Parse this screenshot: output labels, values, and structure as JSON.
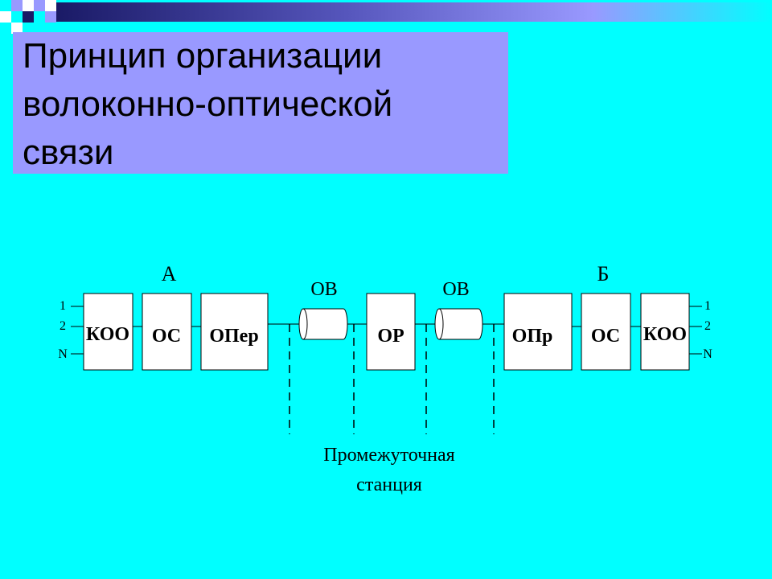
{
  "slide": {
    "title_lines": [
      "Принцип организации",
      "волоконно-оптической",
      "связи"
    ],
    "colors": {
      "background": "#00FFFF",
      "title_bg": "#9999FF",
      "accent_dark": "#1A1A66",
      "accent_light": "#9999FF"
    }
  },
  "diagram": {
    "station_a_label": "А",
    "station_b_label": "Б",
    "fiber_label_1": "ОВ",
    "fiber_label_2": "ОВ",
    "blocks": [
      "КОО",
      "ОС",
      "ОПер",
      "ОР",
      "ОПр",
      "ОС",
      "КОО"
    ],
    "left_channels": [
      "1",
      "2",
      "N"
    ],
    "right_channels": [
      "1",
      "2",
      "N"
    ],
    "intermediate_label_line1": "Промежуточная",
    "intermediate_label_line2": "станция"
  }
}
